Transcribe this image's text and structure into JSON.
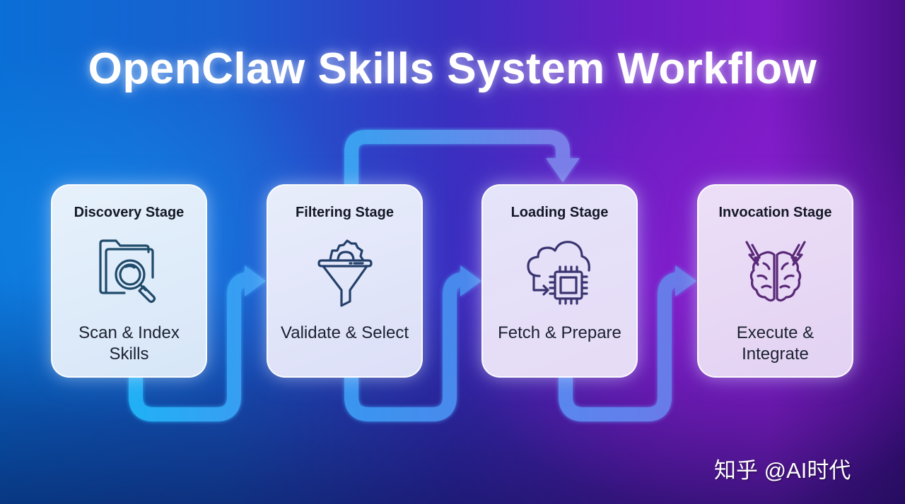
{
  "title": "OpenClaw Skills System Workflow",
  "colors": {
    "background_left": "#0a6fd6",
    "background_right": "#7e1cc8",
    "connector_blue": "#2aa8f0",
    "connector_violet": "#6a78e6",
    "icon_blue": "#1f4a6a",
    "icon_purple": "#5a2a78"
  },
  "stages": [
    {
      "title": "Discovery Stage",
      "icon": "folder-search-icon",
      "description": "Scan & Index Skills"
    },
    {
      "title": "Filtering Stage",
      "icon": "funnel-gear-icon",
      "description": "Validate & Select"
    },
    {
      "title": "Loading Stage",
      "icon": "cloud-chip-icon",
      "description": "Fetch & Prepare"
    },
    {
      "title": "Invocation Stage",
      "icon": "brain-lightning-icon",
      "description": "Execute & Integrate"
    }
  ],
  "connectors": [
    {
      "from": "Discovery Stage",
      "to": "Filtering Stage",
      "type": "forward"
    },
    {
      "from": "Filtering Stage",
      "to": "Loading Stage",
      "type": "forward"
    },
    {
      "from": "Filtering Stage",
      "to": "Loading Stage",
      "type": "bypass-over-top"
    },
    {
      "from": "Loading Stage",
      "to": "Invocation Stage",
      "type": "forward"
    }
  ],
  "watermark": "知乎 @AI时代"
}
